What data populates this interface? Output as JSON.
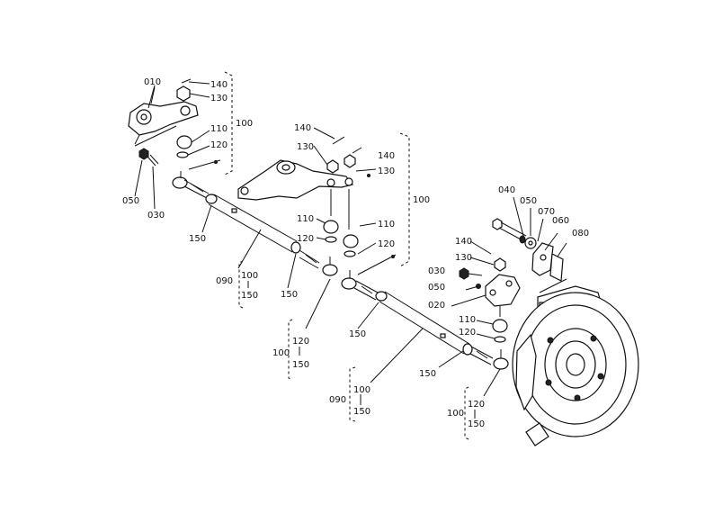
{
  "labels": [
    {
      "t": "010"
    },
    {
      "t": "140"
    },
    {
      "t": "130"
    },
    {
      "t": "110"
    },
    {
      "t": "120"
    },
    {
      "t": "100"
    },
    {
      "t": "050"
    },
    {
      "t": "030"
    },
    {
      "t": "140"
    },
    {
      "t": "130"
    },
    {
      "t": "140"
    },
    {
      "t": "130"
    },
    {
      "t": "100"
    },
    {
      "t": "110"
    },
    {
      "t": "120"
    },
    {
      "t": "110"
    },
    {
      "t": "120"
    },
    {
      "t": "150"
    },
    {
      "t": "090"
    },
    {
      "t": "100"
    },
    {
      "t": "150"
    },
    {
      "t": "150"
    },
    {
      "t": "100"
    },
    {
      "t": "120"
    },
    {
      "t": "150"
    },
    {
      "t": "150"
    },
    {
      "t": "040"
    },
    {
      "t": "050"
    },
    {
      "t": "070"
    },
    {
      "t": "060"
    },
    {
      "t": "080"
    },
    {
      "t": "140"
    },
    {
      "t": "130"
    },
    {
      "t": "030"
    },
    {
      "t": "050"
    },
    {
      "t": "020"
    },
    {
      "t": "110"
    },
    {
      "t": "120"
    },
    {
      "t": "150"
    },
    {
      "t": "090"
    },
    {
      "t": "100"
    },
    {
      "t": "150"
    },
    {
      "t": "100"
    },
    {
      "t": "120"
    },
    {
      "t": "150"
    }
  ]
}
